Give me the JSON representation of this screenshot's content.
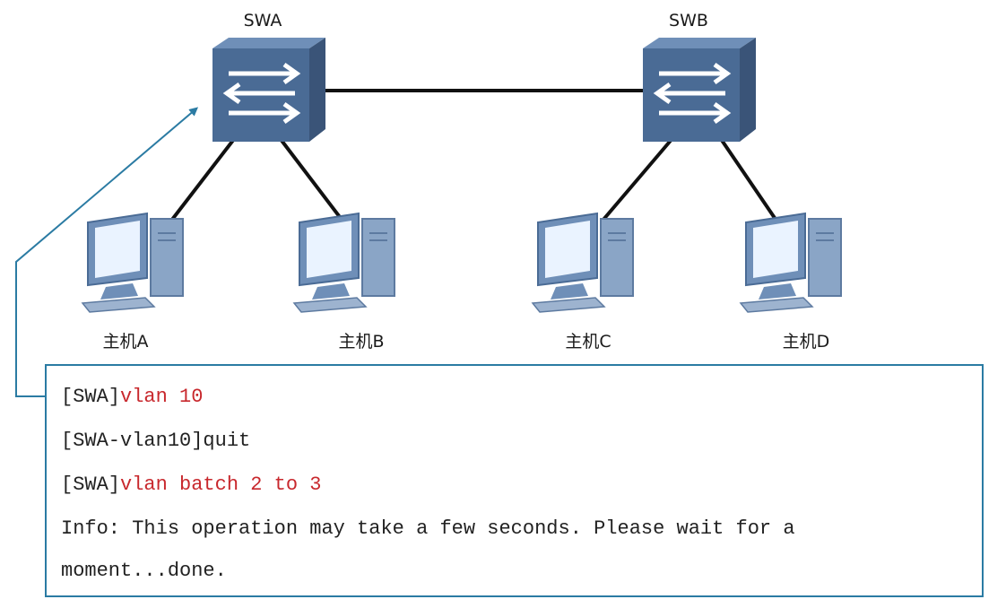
{
  "colors": {
    "switch_body": "#4a6b95",
    "switch_dark": "#3a5478",
    "switch_light": "#6f8fb8",
    "computer_body": "#8aa5c6",
    "computer_screen": "#eaf3ff",
    "link": "#111111",
    "callout": "#2b7ba3",
    "command": "#c8282d",
    "text": "#222222"
  },
  "switches": [
    {
      "id": "SWA",
      "label": "SWA",
      "icon": "switch-icon"
    },
    {
      "id": "SWB",
      "label": "SWB",
      "icon": "switch-icon"
    }
  ],
  "hosts": [
    {
      "id": "A",
      "label": "主机A",
      "icon": "computer-icon"
    },
    {
      "id": "B",
      "label": "主机B",
      "icon": "computer-icon"
    },
    {
      "id": "C",
      "label": "主机C",
      "icon": "computer-icon"
    },
    {
      "id": "D",
      "label": "主机D",
      "icon": "computer-icon"
    }
  ],
  "console": {
    "lines": [
      {
        "prompt": "[SWA]",
        "command": "vlan 10"
      },
      {
        "prompt": "[SWA-vlan10]quit",
        "command": ""
      },
      {
        "prompt": "[SWA]",
        "command": "vlan batch 2 to 3"
      },
      {
        "prompt": "Info: This operation may take a few seconds. Please wait for a",
        "command": ""
      },
      {
        "prompt": "moment...done.",
        "command": ""
      }
    ]
  }
}
